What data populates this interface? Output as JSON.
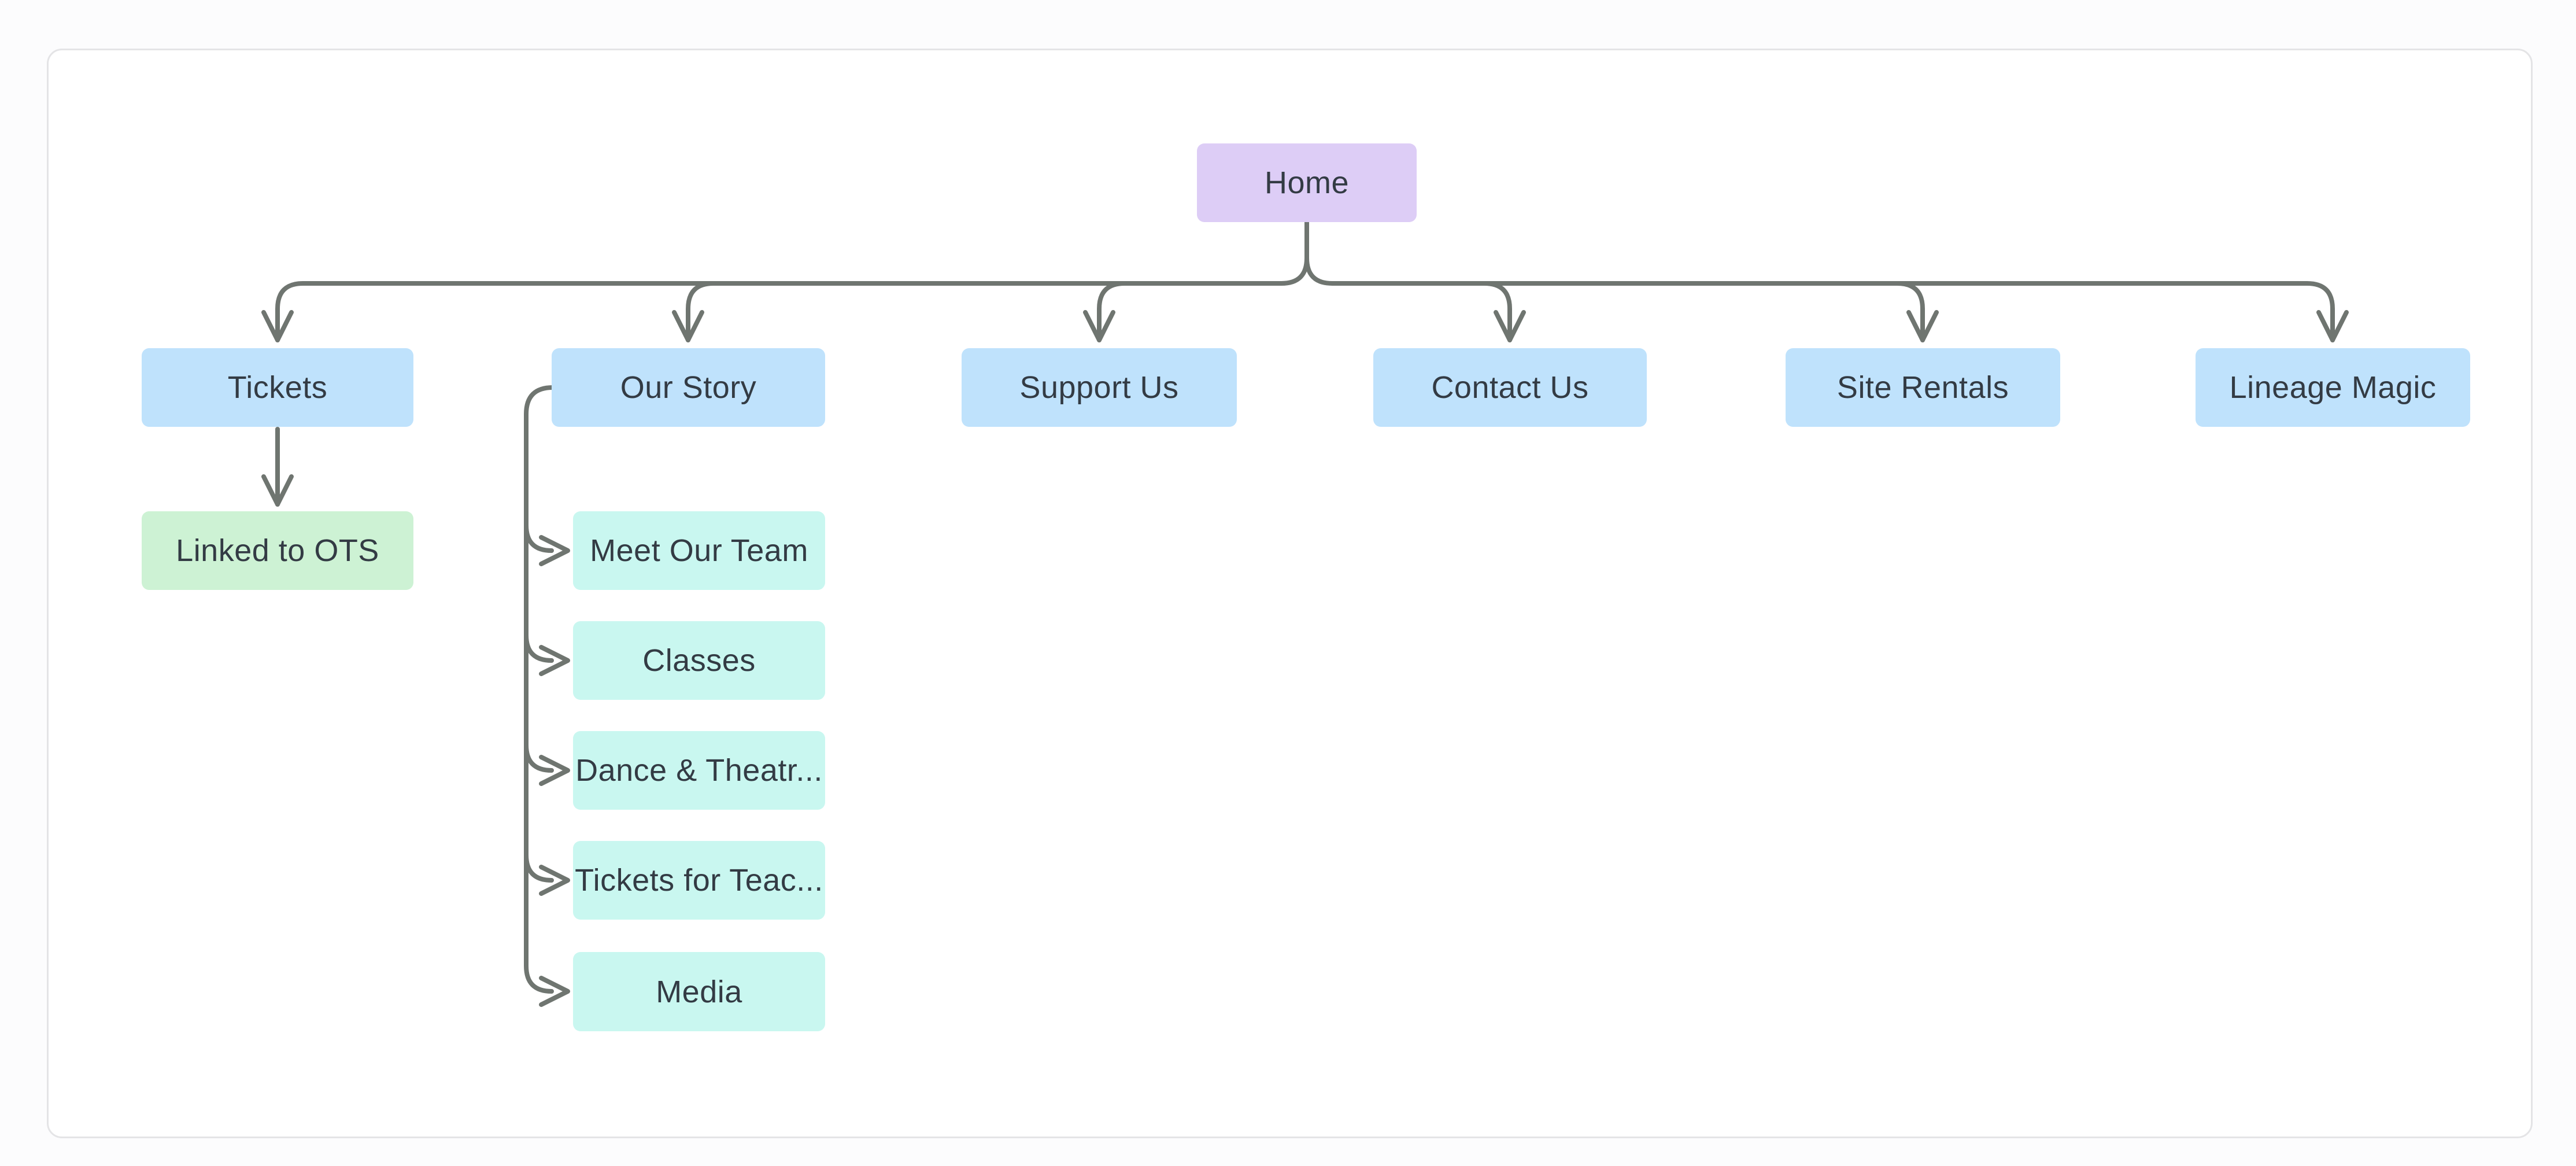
{
  "diagram": {
    "type": "sitemap-flowchart",
    "root": "home",
    "nodes": {
      "home": {
        "label": "Home"
      },
      "tickets": {
        "label": "Tickets"
      },
      "our_story": {
        "label": "Our Story"
      },
      "support_us": {
        "label": "Support Us"
      },
      "contact_us": {
        "label": "Contact Us"
      },
      "site_rentals": {
        "label": "Site Rentals"
      },
      "lineage_magic": {
        "label": "Lineage Magic"
      },
      "linked_to_ots": {
        "label": "Linked to OTS"
      },
      "meet_our_team": {
        "label": "Meet Our Team"
      },
      "classes": {
        "label": "Classes"
      },
      "dance_theatre": {
        "label": "Dance & Theatr..."
      },
      "tickets_for_teachers": {
        "label": "Tickets for Teac..."
      },
      "media": {
        "label": "Media"
      }
    },
    "edges": [
      [
        "home",
        "tickets"
      ],
      [
        "home",
        "our_story"
      ],
      [
        "home",
        "support_us"
      ],
      [
        "home",
        "contact_us"
      ],
      [
        "home",
        "site_rentals"
      ],
      [
        "home",
        "lineage_magic"
      ],
      [
        "tickets",
        "linked_to_ots"
      ],
      [
        "our_story",
        "meet_our_team"
      ],
      [
        "our_story",
        "classes"
      ],
      [
        "our_story",
        "dance_theatre"
      ],
      [
        "our_story",
        "tickets_for_teachers"
      ],
      [
        "our_story",
        "media"
      ]
    ]
  },
  "colors": {
    "root_fill": "#ddcdf6",
    "primary_fill": "#bfe2fc",
    "linked_fill": "#cdf2d4",
    "sub_fill": "#c9f7f0",
    "text": "#333b44",
    "connector": "#6f7570",
    "card_border": "#e4e4e6",
    "card_bg": "#ffffff",
    "page_bg": "#fcfcfd"
  }
}
